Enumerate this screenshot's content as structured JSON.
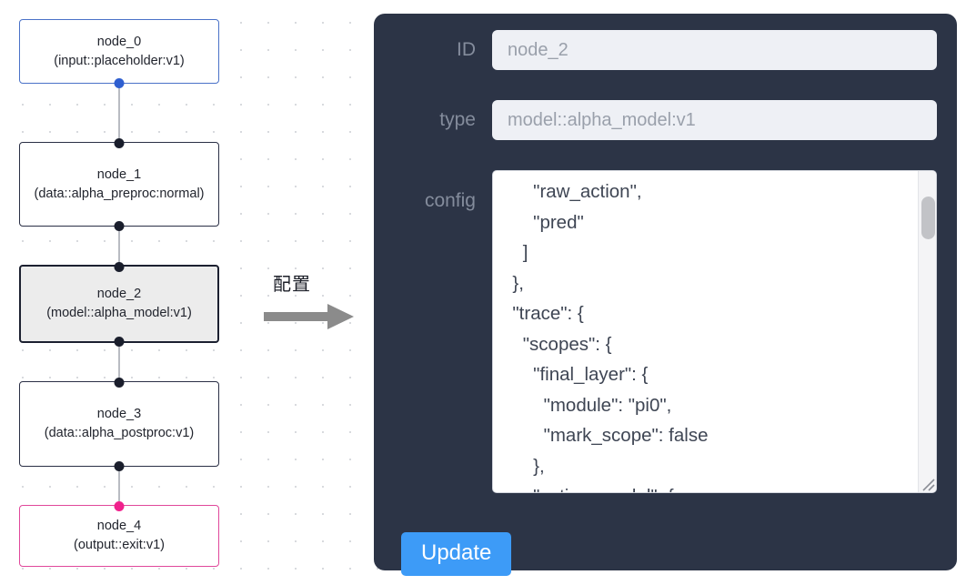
{
  "flow": {
    "nodes": [
      {
        "id": "node_0",
        "type_label": "(input::placeholder:v1)",
        "state": "input"
      },
      {
        "id": "node_1",
        "type_label": "(data::alpha_preproc:normal)",
        "state": "default"
      },
      {
        "id": "node_2",
        "type_label": "(model::alpha_model:v1)",
        "state": "selected"
      },
      {
        "id": "node_3",
        "type_label": "(data::alpha_postproc:v1)",
        "state": "default"
      },
      {
        "id": "node_4",
        "type_label": "(output::exit:v1)",
        "state": "output"
      }
    ]
  },
  "transition": {
    "label": "配置",
    "icon": "right-arrow-icon"
  },
  "panel": {
    "fields": {
      "id": {
        "label": "ID",
        "value": "node_2",
        "placeholder": "node_2"
      },
      "type": {
        "label": "type",
        "value": "model::alpha_model:v1",
        "placeholder": "model::alpha_model:v1"
      },
      "config": {
        "label": "config",
        "value": "      \"raw_action\",\n      \"pred\"\n    ]\n  },\n  \"trace\": {\n    \"scopes\": {\n      \"final_layer\": {\n        \"module\": \"pi0\",\n        \"mark_scope\": false\n      },\n      \"action_model\": {"
      }
    },
    "update_button": {
      "label": "Update"
    },
    "scrollbar": {
      "name": "config-scrollbar"
    }
  },
  "colors": {
    "panel_bg": "#2c3446",
    "input_bg": "#eef0f5",
    "label_text": "#848c9c",
    "accent_button": "#3d9bf7",
    "node_input_border": "#4a72c8",
    "node_output_border": "#e0489b",
    "node_selected_fill": "#ececec",
    "handle_default": "#1a1e2c",
    "handle_input": "#2f5fd0",
    "handle_output": "#f0218c"
  }
}
